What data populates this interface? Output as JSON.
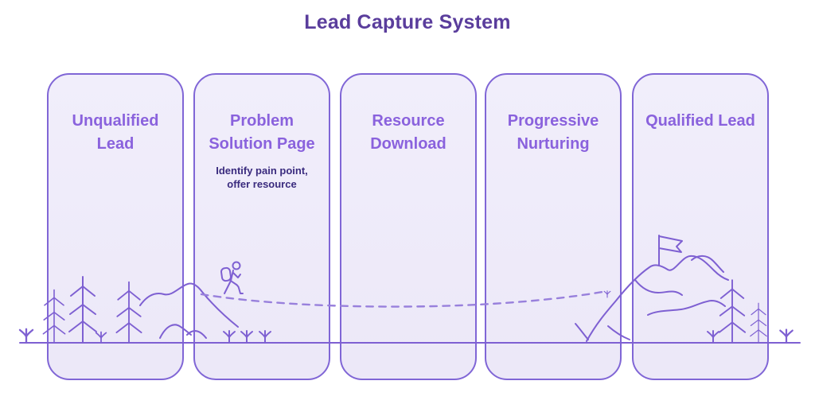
{
  "title": "Lead Capture System",
  "stages": [
    {
      "label": "Unqualified Lead",
      "sublabel": ""
    },
    {
      "label": "Problem Solution Page",
      "sublabel": "Identify pain point, offer resource"
    },
    {
      "label": "Resource Download",
      "sublabel": ""
    },
    {
      "label": "Progressive Nurturing",
      "sublabel": ""
    },
    {
      "label": "Qualified Lead",
      "sublabel": ""
    }
  ],
  "illustration": {
    "icons": [
      "pine-tree-icon",
      "seedling-icon",
      "mountain-icon",
      "hiker-with-backpack-icon",
      "dashed-trail-line",
      "summit-flag-icon",
      "ground-line"
    ]
  },
  "colors": {
    "line": "#7E60D2",
    "card_border": "#8066D6",
    "card_fill_top": "#F1EEFB",
    "card_fill_bottom": "#ECE8F8",
    "title_color": "#5A3D9C",
    "heading_color": "#8A62DD",
    "subtitle_color": "#3A2B7E",
    "trail": "#9880DC",
    "background": "#FFFFFF"
  }
}
